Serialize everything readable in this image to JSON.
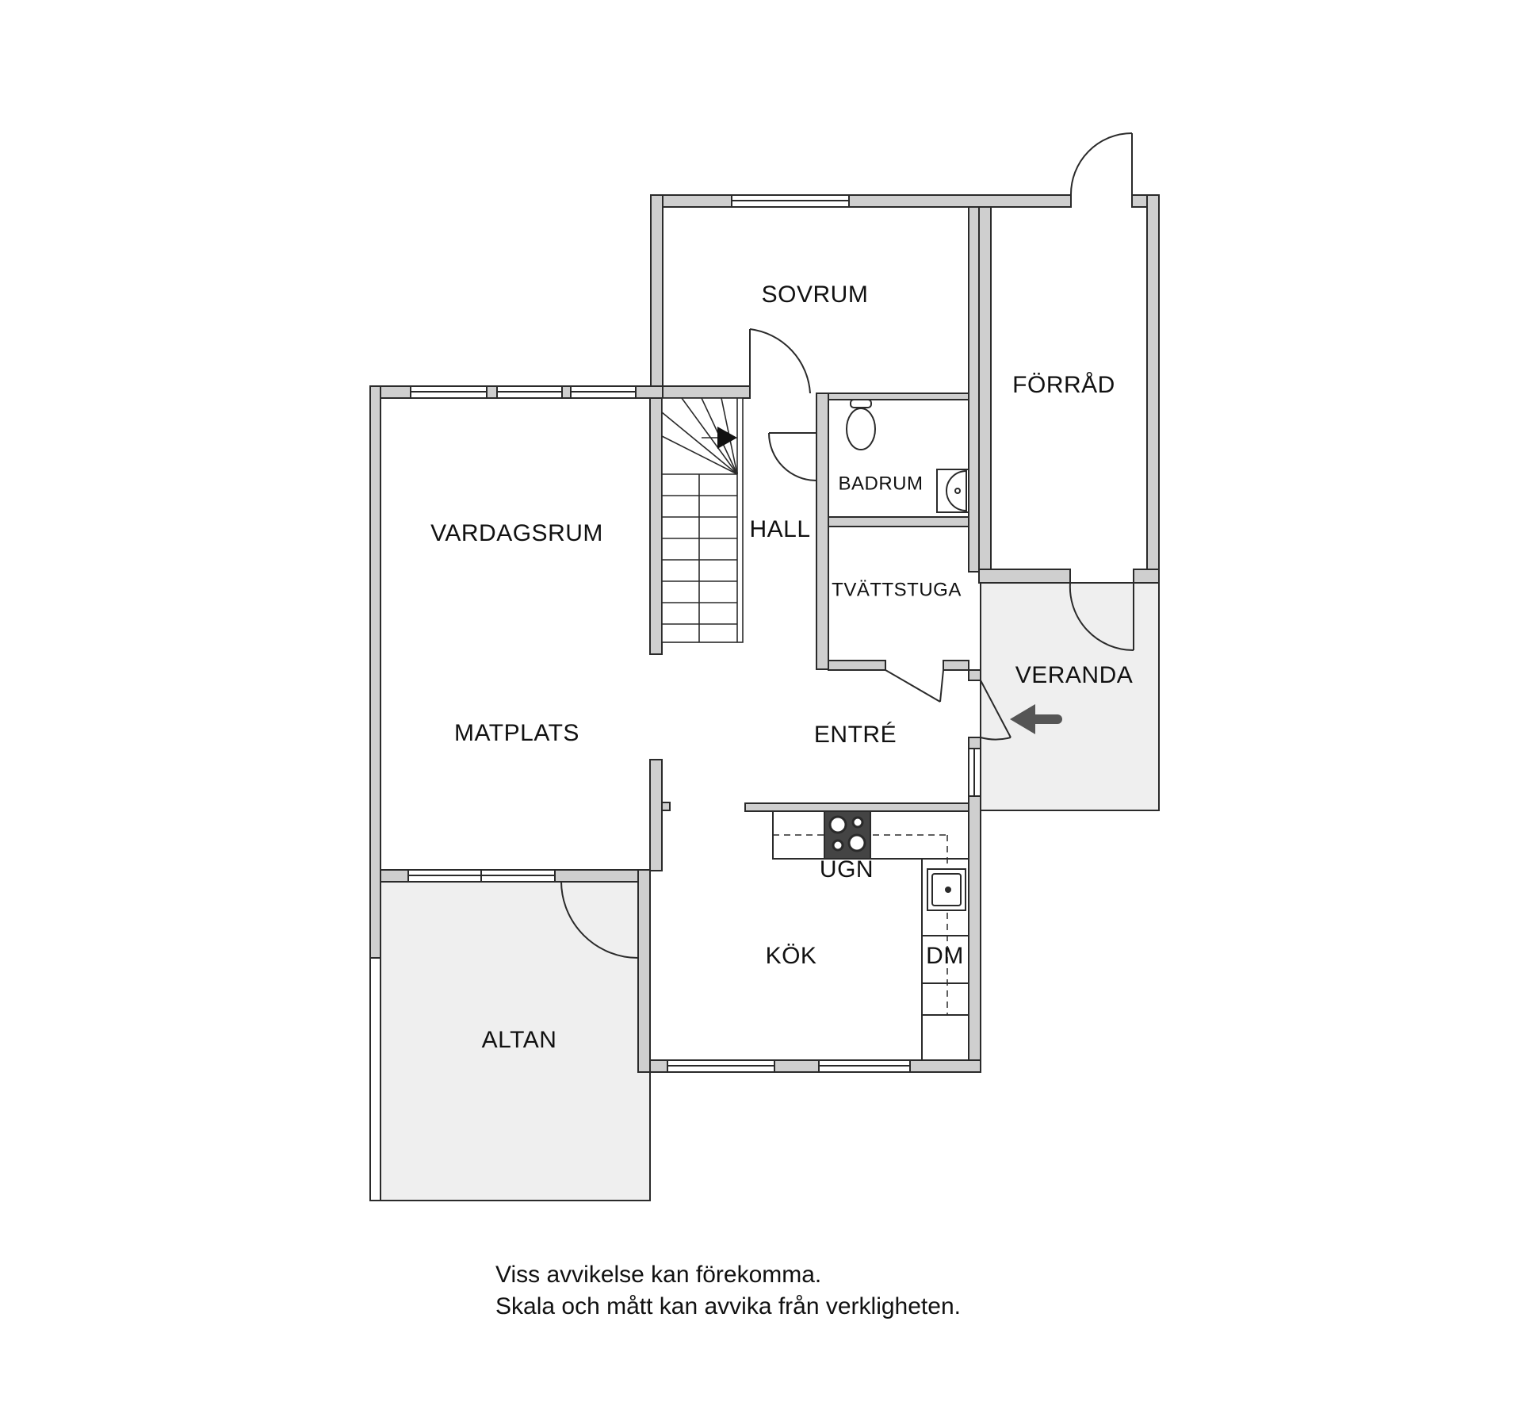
{
  "rooms": {
    "sovrum": "SOVRUM",
    "forrad": "FÖRRÅD",
    "badrum": "BADRUM",
    "vardagsrum": "VARDAGSRUM",
    "hall": "HALL",
    "tvattstuga": "TVÄTTSTUGA",
    "veranda": "VERANDA",
    "matplats": "MATPLATS",
    "entre": "ENTRÉ",
    "ugn": "UGN",
    "kok": "KÖK",
    "dm": "DM",
    "altan": "ALTAN"
  },
  "disclaimer": {
    "line1": "Viss avvikelse kan förekomma.",
    "line2": "Skala och mått kan avvika från verkligheten."
  },
  "colors": {
    "wall": "#cfcfcf",
    "wall_outline": "#2a2a2a",
    "outdoor_fill": "#efefef",
    "entrance_arrow": "#555555",
    "stove": "#444444"
  },
  "icons": [
    "entrance-arrow-icon",
    "stair-direction-arrow-icon",
    "toilet-icon",
    "washbasin-icon",
    "stove-icon",
    "kitchen-sink-icon"
  ]
}
